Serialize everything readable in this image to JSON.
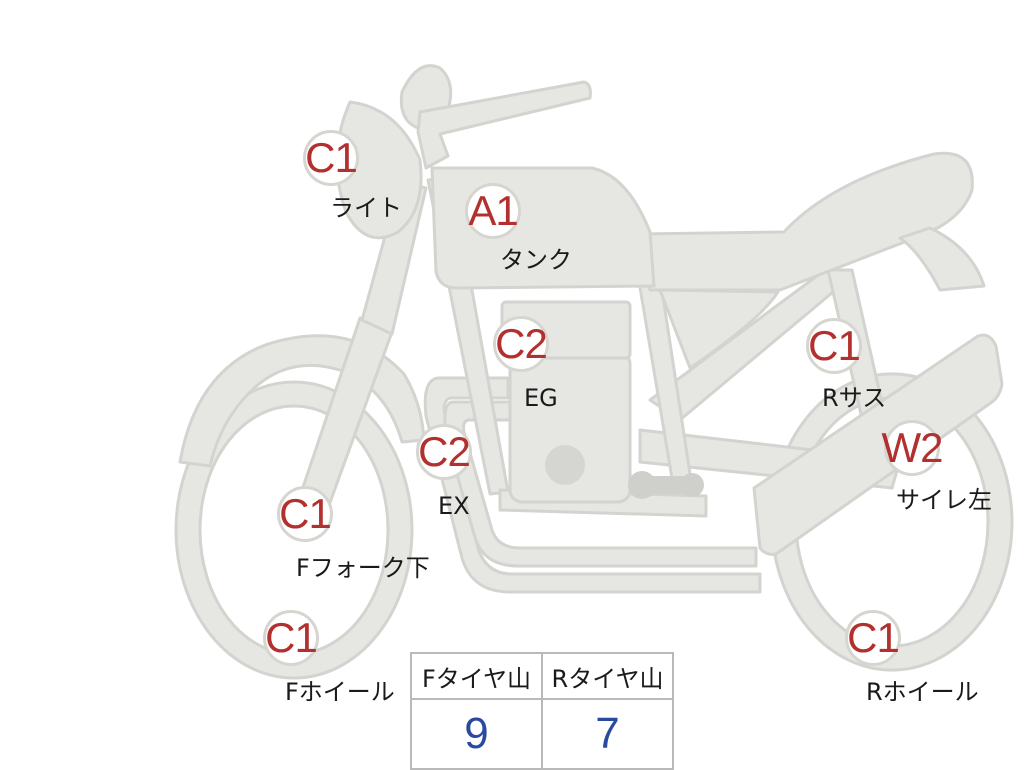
{
  "points": [
    {
      "id": "light",
      "grade": "C1",
      "label": "ライト"
    },
    {
      "id": "tank",
      "grade": "A1",
      "label": "タンク"
    },
    {
      "id": "engine",
      "grade": "C2",
      "label": "EG"
    },
    {
      "id": "exhaust",
      "grade": "C2",
      "label": "EX"
    },
    {
      "id": "front-fork",
      "grade": "C1",
      "label": "Fフォーク下"
    },
    {
      "id": "front-wheel",
      "grade": "C1",
      "label": "Fホイール"
    },
    {
      "id": "rear-suspension",
      "grade": "C1",
      "label": "Rサス"
    },
    {
      "id": "muffler-left",
      "grade": "W2",
      "label": "サイレ左"
    },
    {
      "id": "rear-wheel",
      "grade": "C1",
      "label": "Rホイール"
    }
  ],
  "tread": {
    "front_header": "Fタイヤ山",
    "rear_header": "Rタイヤ山",
    "front_value": "9",
    "rear_value": "7"
  },
  "colors": {
    "body_fill": "#e6e6e3",
    "body_stroke": "#d3d3cf",
    "grade_text": "#b2302e",
    "tread_value": "#2a4aa0"
  }
}
